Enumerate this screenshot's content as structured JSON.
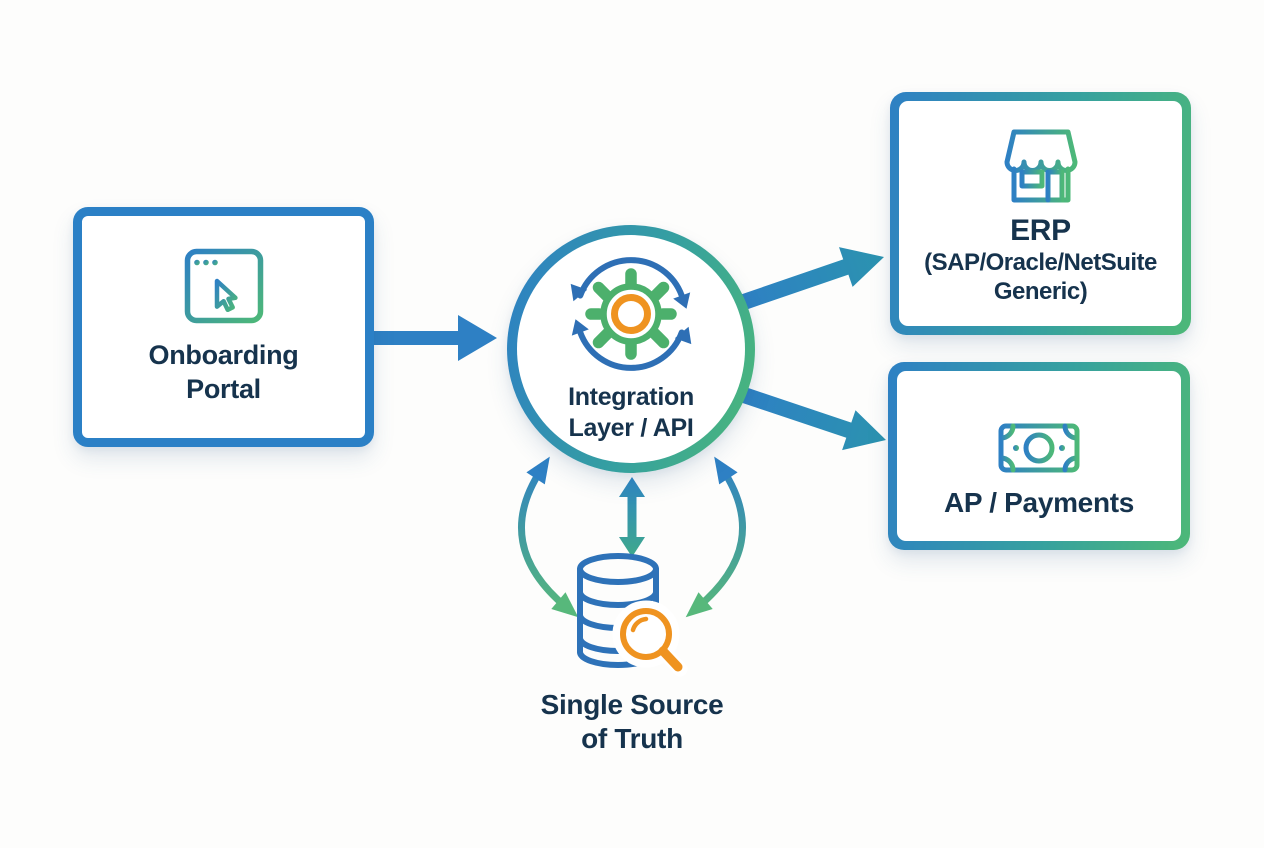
{
  "colors": {
    "blue": "#2e80c4",
    "deep_blue": "#2e6fb5",
    "green": "#4db878",
    "teal_arrow": "#2b93af",
    "orange": "#ef9320",
    "text_navy": "#16334d",
    "background": "#fdfdfc"
  },
  "nodes": {
    "onboarding_portal": {
      "label_line1": "Onboarding",
      "label_line2": "Portal",
      "icon": "browser-cursor-icon",
      "shape": "rounded-rect",
      "border": "solid-blue"
    },
    "integration_layer": {
      "label_line1": "Integration",
      "label_line2": "Layer / API",
      "icon": "sync-gear-icon",
      "shape": "circle",
      "border": "blue-green-gradient"
    },
    "erp": {
      "title": "ERP",
      "subtitle_line1": "(SAP/Oracle/NetSuite",
      "subtitle_line2": "Generic)",
      "icon": "storefront-icon",
      "shape": "rounded-rect",
      "border": "blue-green-gradient"
    },
    "ap_payments": {
      "label": "AP / Payments",
      "icon": "banknote-icon",
      "shape": "rounded-rect",
      "border": "blue-green-gradient"
    },
    "single_source_of_truth": {
      "label_line1": "Single Source",
      "label_line2": "of Truth",
      "icon": "database-magnifier-icon",
      "shape": "icon-with-caption"
    }
  },
  "connections": [
    {
      "from": "onboarding_portal",
      "to": "integration_layer",
      "type": "straight-arrow",
      "direction": "one-way"
    },
    {
      "from": "integration_layer",
      "to": "erp",
      "type": "diagonal-arrow",
      "direction": "one-way"
    },
    {
      "from": "integration_layer",
      "to": "ap_payments",
      "type": "diagonal-arrow",
      "direction": "one-way"
    },
    {
      "from": "integration_layer",
      "to": "single_source_of_truth",
      "type": "vertical-double-arrow",
      "direction": "two-way"
    },
    {
      "from": "integration_layer",
      "to": "single_source_of_truth",
      "type": "curved-double-arrow-left",
      "direction": "two-way"
    },
    {
      "from": "integration_layer",
      "to": "single_source_of_truth",
      "type": "curved-double-arrow-right",
      "direction": "two-way"
    }
  ]
}
